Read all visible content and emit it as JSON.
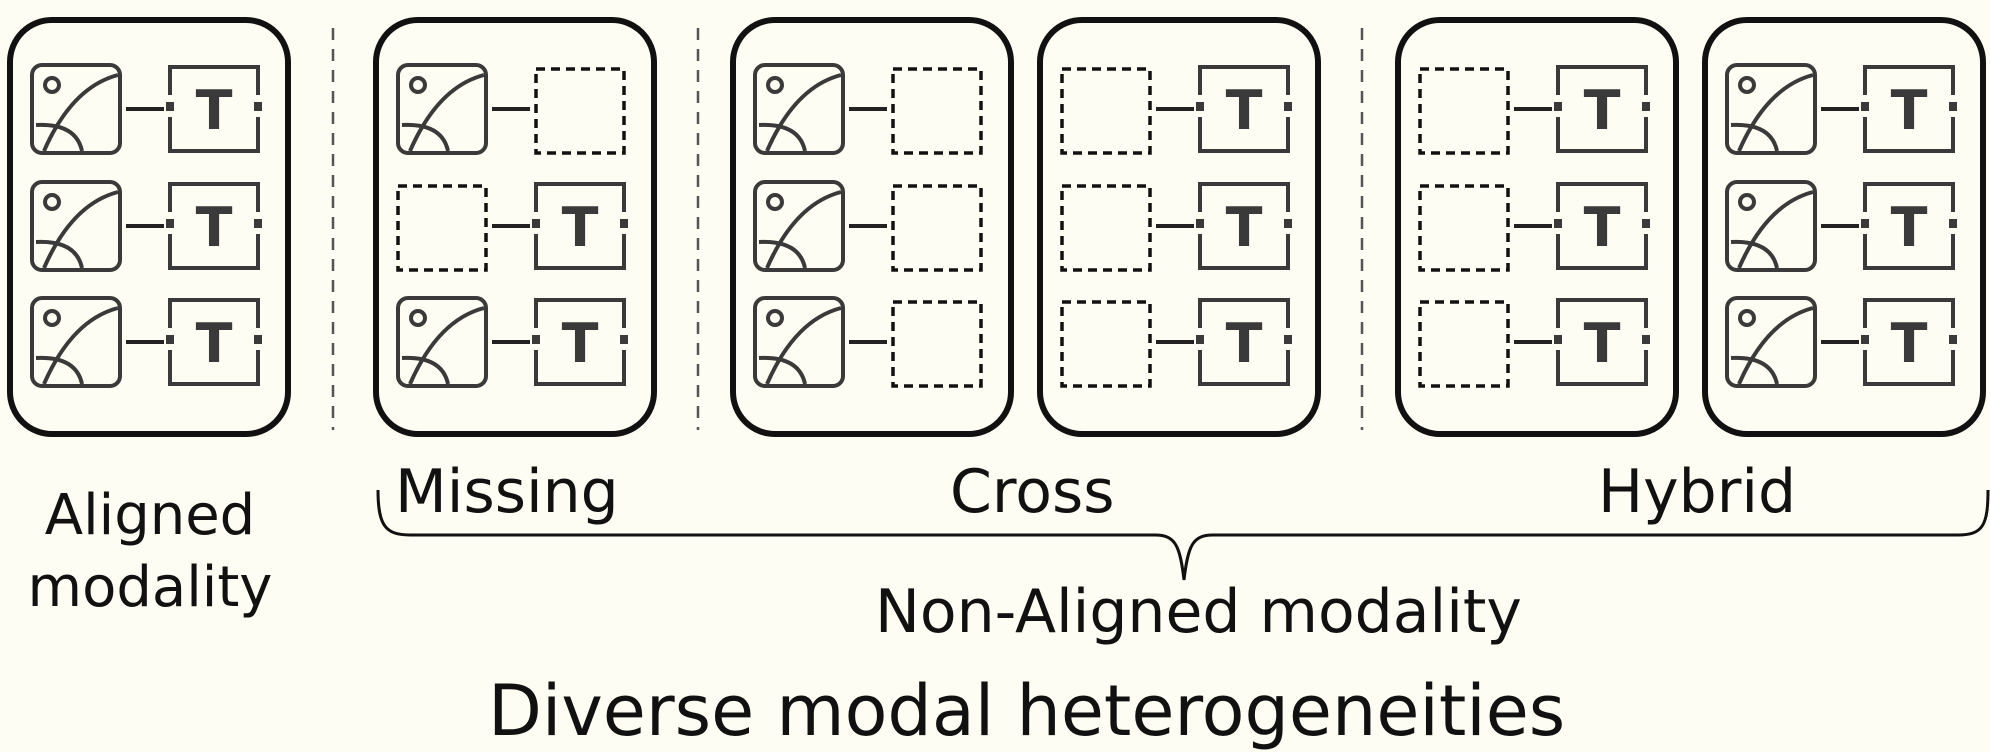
{
  "labels": {
    "aligned_line1": "Aligned",
    "aligned_line2": "modality",
    "missing": "Missing",
    "cross": "Cross",
    "hybrid": "Hybrid",
    "non_aligned": "Non-Aligned modality",
    "title": "Diverse modal heterogeneities"
  },
  "icons": {
    "image": "image-icon",
    "text": "text-icon",
    "missing": "missing-modality-placeholder",
    "text_glyph": "T"
  },
  "groups": [
    {
      "name": "aligned",
      "rows": [
        [
          "image",
          "text"
        ],
        [
          "image",
          "text"
        ],
        [
          "image",
          "text"
        ]
      ]
    },
    {
      "name": "missing",
      "rows": [
        [
          "image",
          "missing"
        ],
        [
          "missing",
          "text"
        ],
        [
          "image",
          "text"
        ]
      ]
    },
    {
      "name": "cross-image",
      "rows": [
        [
          "image",
          "missing"
        ],
        [
          "image",
          "missing"
        ],
        [
          "image",
          "missing"
        ]
      ]
    },
    {
      "name": "cross-text",
      "rows": [
        [
          "missing",
          "text"
        ],
        [
          "missing",
          "text"
        ],
        [
          "missing",
          "text"
        ]
      ]
    },
    {
      "name": "hybrid-text",
      "rows": [
        [
          "missing",
          "text"
        ],
        [
          "missing",
          "text"
        ],
        [
          "missing",
          "text"
        ]
      ]
    },
    {
      "name": "hybrid-aligned",
      "rows": [
        [
          "image",
          "text"
        ],
        [
          "image",
          "text"
        ],
        [
          "image",
          "text"
        ]
      ]
    }
  ],
  "colors": {
    "background": "#fdfdf3",
    "frame": "#111111",
    "icon": "#3a3a3a"
  }
}
